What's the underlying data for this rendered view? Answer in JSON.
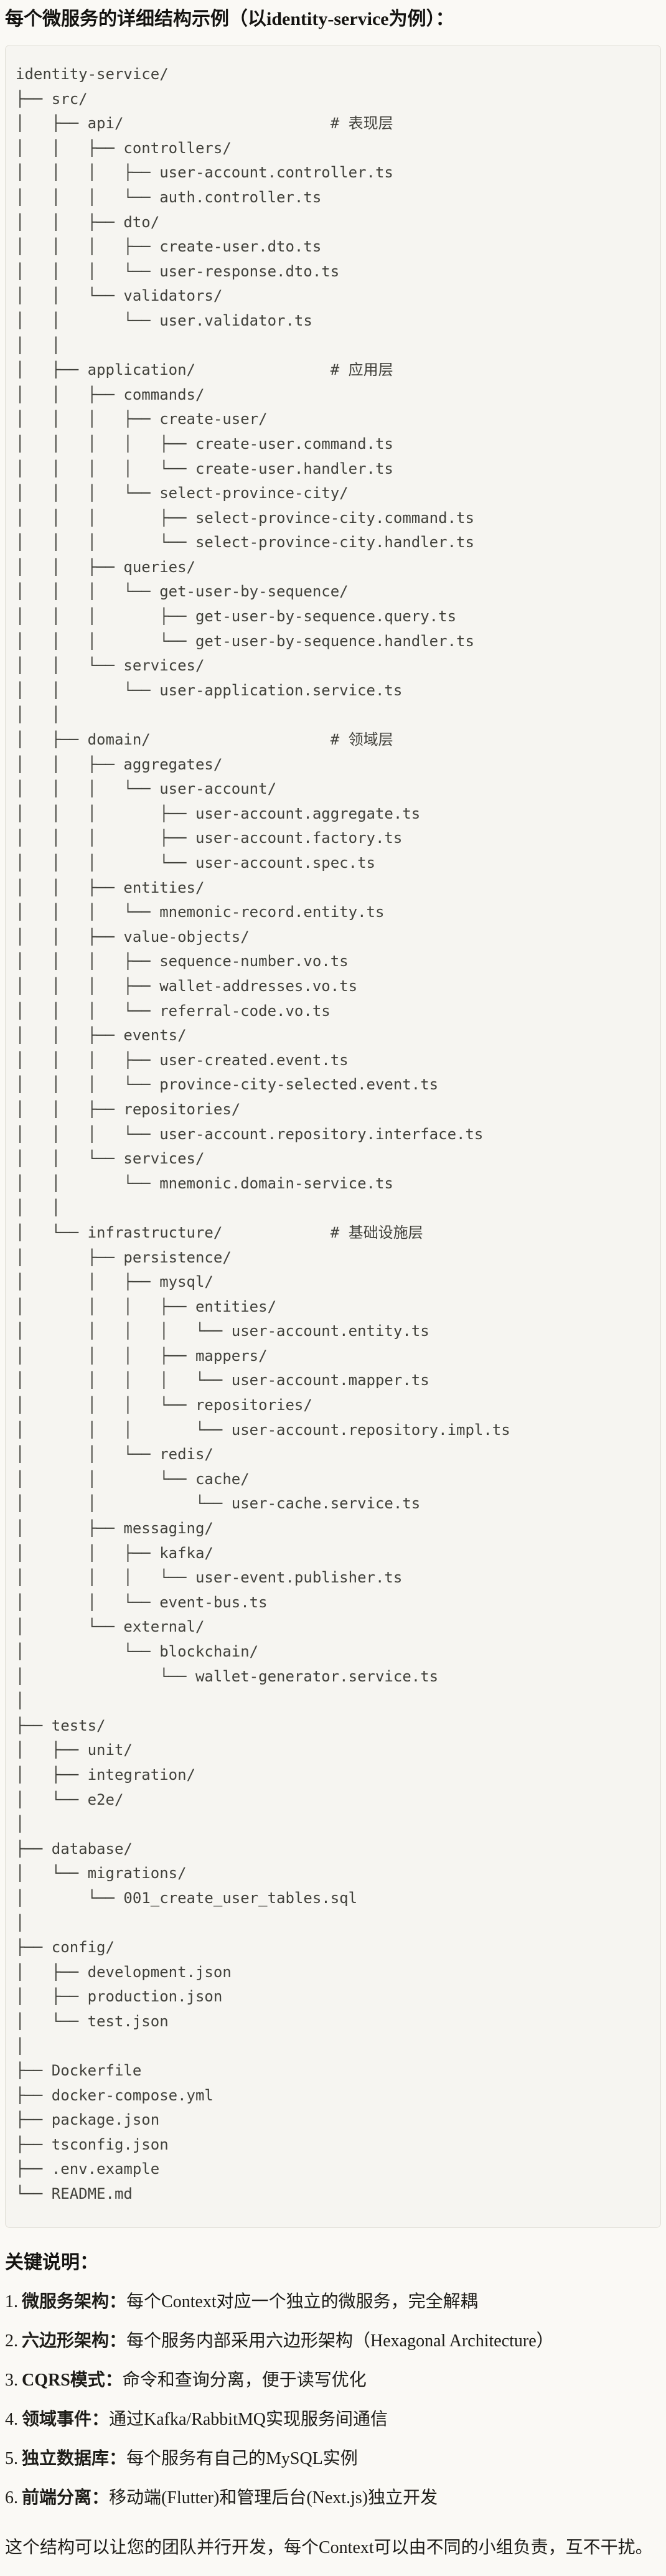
{
  "page": {
    "title": "每个微服务的详细结构示例（以identity-service为例）：",
    "notes_heading": "关键说明：",
    "closing": "这个结构可以让您的团队并行开发，每个Context可以由不同的小组负责，互不干扰。"
  },
  "tree": {
    "root": "identity-service/",
    "layer_comments": [
      "# 表现层",
      "# 应用层",
      "# 领域层",
      "# 基础设施层"
    ],
    "lines": [
      "identity-service/",
      "├── src/",
      "│   ├── api/                       # 表现层",
      "│   │   ├── controllers/",
      "│   │   │   ├── user-account.controller.ts",
      "│   │   │   └── auth.controller.ts",
      "│   │   ├── dto/",
      "│   │   │   ├── create-user.dto.ts",
      "│   │   │   └── user-response.dto.ts",
      "│   │   └── validators/",
      "│   │       └── user.validator.ts",
      "│   │",
      "│   ├── application/               # 应用层",
      "│   │   ├── commands/",
      "│   │   │   ├── create-user/",
      "│   │   │   │   ├── create-user.command.ts",
      "│   │   │   │   └── create-user.handler.ts",
      "│   │   │   └── select-province-city/",
      "│   │   │       ├── select-province-city.command.ts",
      "│   │   │       └── select-province-city.handler.ts",
      "│   │   ├── queries/",
      "│   │   │   └── get-user-by-sequence/",
      "│   │   │       ├── get-user-by-sequence.query.ts",
      "│   │   │       └── get-user-by-sequence.handler.ts",
      "│   │   └── services/",
      "│   │       └── user-application.service.ts",
      "│   │",
      "│   ├── domain/                    # 领域层",
      "│   │   ├── aggregates/",
      "│   │   │   └── user-account/",
      "│   │   │       ├── user-account.aggregate.ts",
      "│   │   │       ├── user-account.factory.ts",
      "│   │   │       └── user-account.spec.ts",
      "│   │   ├── entities/",
      "│   │   │   └── mnemonic-record.entity.ts",
      "│   │   ├── value-objects/",
      "│   │   │   ├── sequence-number.vo.ts",
      "│   │   │   ├── wallet-addresses.vo.ts",
      "│   │   │   └── referral-code.vo.ts",
      "│   │   ├── events/",
      "│   │   │   ├── user-created.event.ts",
      "│   │   │   └── province-city-selected.event.ts",
      "│   │   ├── repositories/",
      "│   │   │   └── user-account.repository.interface.ts",
      "│   │   └── services/",
      "│   │       └── mnemonic.domain-service.ts",
      "│   │",
      "│   └── infrastructure/            # 基础设施层",
      "│       ├── persistence/",
      "│       │   ├── mysql/",
      "│       │   │   ├── entities/",
      "│       │   │   │   └── user-account.entity.ts",
      "│       │   │   ├── mappers/",
      "│       │   │   │   └── user-account.mapper.ts",
      "│       │   │   └── repositories/",
      "│       │   │       └── user-account.repository.impl.ts",
      "│       │   └── redis/",
      "│       │       └── cache/",
      "│       │           └── user-cache.service.ts",
      "│       ├── messaging/",
      "│       │   ├── kafka/",
      "│       │   │   └── user-event.publisher.ts",
      "│       │   └── event-bus.ts",
      "│       └── external/",
      "│           └── blockchain/",
      "│               └── wallet-generator.service.ts",
      "│",
      "├── tests/",
      "│   ├── unit/",
      "│   ├── integration/",
      "│   └── e2e/",
      "│",
      "├── database/",
      "│   └── migrations/",
      "│       └── 001_create_user_tables.sql",
      "│",
      "├── config/",
      "│   ├── development.json",
      "│   ├── production.json",
      "│   └── test.json",
      "│",
      "├── Dockerfile",
      "├── docker-compose.yml",
      "├── package.json",
      "├── tsconfig.json",
      "├── .env.example",
      "└── README.md"
    ]
  },
  "notes": [
    {
      "num": "1.",
      "label": "微服务架构：",
      "text": "每个Context对应一个独立的微服务，完全解耦"
    },
    {
      "num": "2.",
      "label": "六边形架构：",
      "text": "每个服务内部采用六边形架构（Hexagonal Architecture）"
    },
    {
      "num": "3.",
      "label": "CQRS模式：",
      "text": "命令和查询分离，便于读写优化"
    },
    {
      "num": "4.",
      "label": "领域事件：",
      "text": "通过Kafka/RabbitMQ实现服务间通信"
    },
    {
      "num": "5.",
      "label": "独立数据库：",
      "text": "每个服务有自己的MySQL实例"
    },
    {
      "num": "6.",
      "label": "前端分离：",
      "text": "移动端(Flutter)和管理后台(Next.js)独立开发"
    }
  ]
}
